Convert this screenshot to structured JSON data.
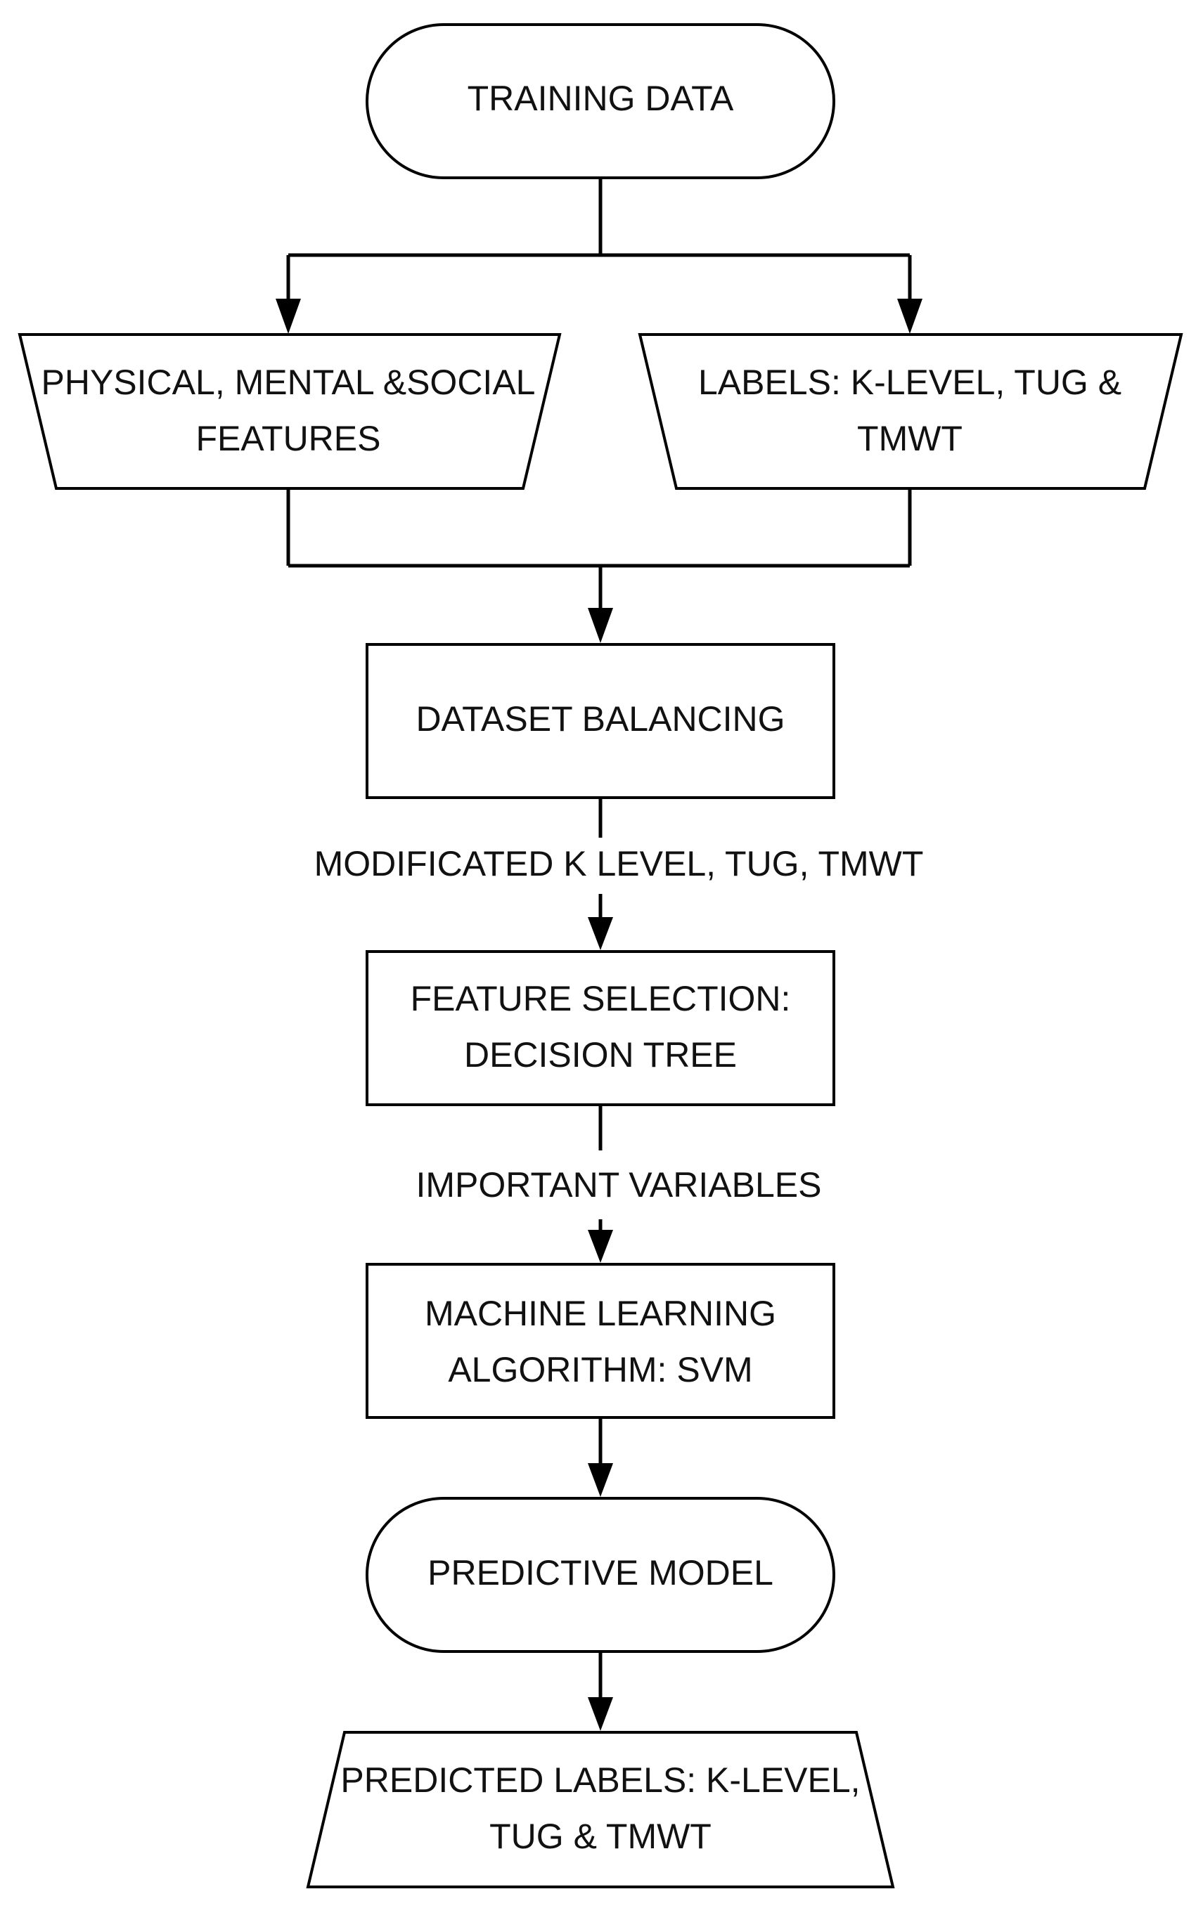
{
  "nodes": {
    "training_data": "TRAINING DATA",
    "features_line1": "PHYSICAL, MENTAL &SOCIAL",
    "features_line2": "FEATURES",
    "labels_line1": "LABELS: K-LEVEL, TUG &",
    "labels_line2": "TMWT",
    "dataset_balancing": "DATASET BALANCING",
    "feature_selection_line1": "FEATURE SELECTION:",
    "feature_selection_line2": "DECISION TREE",
    "ml_algorithm_line1": "MACHINE LEARNING",
    "ml_algorithm_line2": "ALGORITHM: SVM",
    "predictive_model": "PREDICTIVE MODEL",
    "predicted_labels_line1": "PREDICTED LABELS: K-LEVEL,",
    "predicted_labels_line2": "TUG & TMWT"
  },
  "edge_labels": {
    "balancing_to_selection": "MODIFICATED K LEVEL, TUG, TMWT",
    "selection_to_ml": "IMPORTANT VARIABLES"
  }
}
